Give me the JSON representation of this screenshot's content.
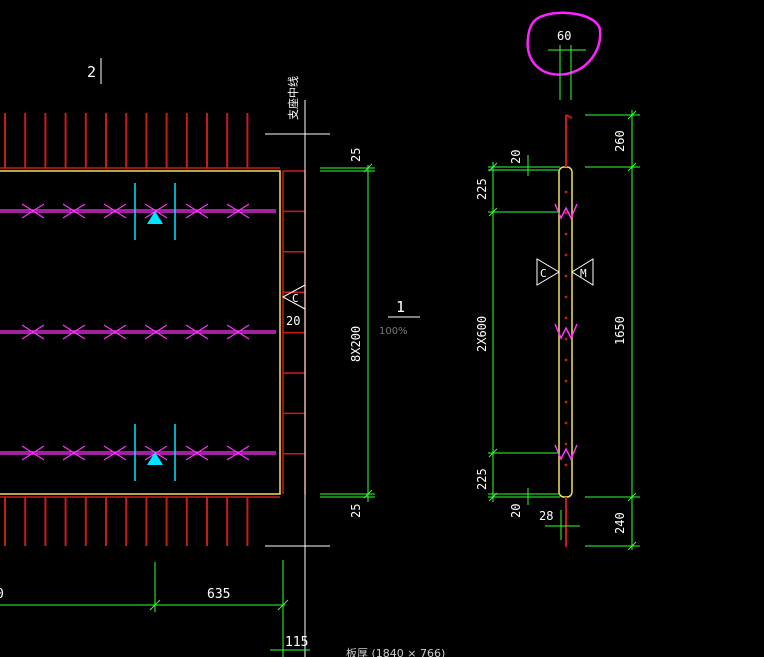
{
  "drawing": {
    "section_mark_2": "2",
    "axis_label": "支座中线",
    "section_mark_1": "1",
    "zoom": "100%",
    "caption": "板厚 (1840 × 766)",
    "marker_c": "C",
    "marker_m": "M"
  },
  "dimensions": {
    "top_circled": "60",
    "left_cover_top": "25",
    "left_span": "8X200",
    "left_cover_bottom": "25",
    "left_offset": "20",
    "right_top_small": "20",
    "right_top_225": "225",
    "right_middle": "2X600",
    "right_bottom_225": "225",
    "right_bottom_small": "20",
    "right_bottom_28": "28",
    "overall_260": "260",
    "overall_1650": "1650",
    "overall_240": "240",
    "bottom_left": "0",
    "bottom_635": "635",
    "bottom_115": "115"
  },
  "colors": {
    "background": "#000000",
    "rebar_red": "#cc1a1a",
    "outline_yellow": "#f0e060",
    "dimension_green": "#33ff33",
    "mesh_magenta": "#ff33ff",
    "cyan": "#00e5ff",
    "text_white": "#ffffff",
    "highlight_circle": "#ff22ff"
  }
}
